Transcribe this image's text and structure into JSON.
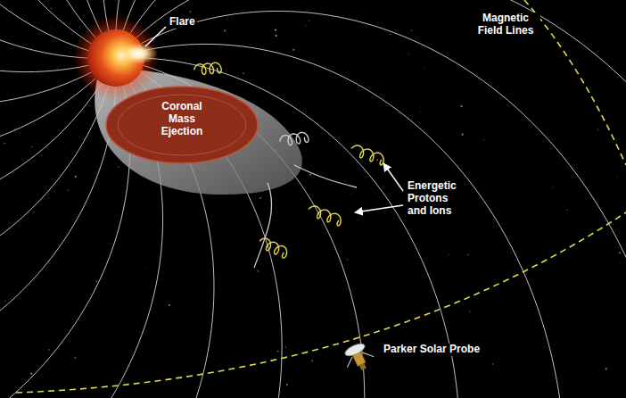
{
  "diagram": {
    "nodes": [
      {
        "text": [
          "Coronal Mass Ejection"
        ]
      }
    ],
    "labels": [
      "Flare",
      "Magnetic Field Lines",
      "Energetic Protons and Ions",
      "Parker Solar Probe"
    ]
  }
}
